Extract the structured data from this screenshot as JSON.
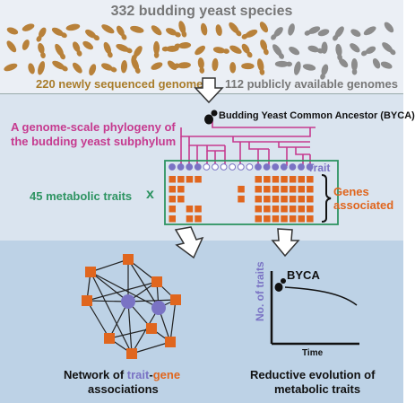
{
  "top": {
    "title": "332 budding yeast species",
    "left_label": "220 newly sequenced genomes",
    "right_label": "112 publicly available genomes"
  },
  "middle": {
    "phylogeny_line1": "A genome-scale phylogeny of",
    "phylogeny_line2": "the budding yeast subphylum",
    "byca_label": "Budding Yeast Common Ancestor (BYCA)",
    "traits_label": "45 metabolic traits",
    "times_sign": "x",
    "trait_label": "Trait",
    "genes_line1": "Genes",
    "genes_line2": "associated"
  },
  "bottom": {
    "network_line1_a": "Network of ",
    "network_line1_b": "trait",
    "network_line1_c": "-",
    "network_line1_d": "gene",
    "network_line2": "associations",
    "graph_title": "BYCA",
    "graph_ylabel": "No. of traits",
    "graph_xlabel": "Time",
    "reductive_line1": "Reductive evolution of",
    "reductive_line2": "metabolic traits"
  },
  "colors": {
    "brown_yeast": "#b8813a",
    "gray_yeast": "#8c8c8c",
    "olive_text": "#a97c2a",
    "magenta": "#c63a8f",
    "green": "#2e9462",
    "orange": "#e0661e",
    "purple": "#7a73c4",
    "panel_top": "#e9eef6",
    "panel_mid": "#d9e4f0",
    "panel_bottom": "#bcd2e6"
  }
}
